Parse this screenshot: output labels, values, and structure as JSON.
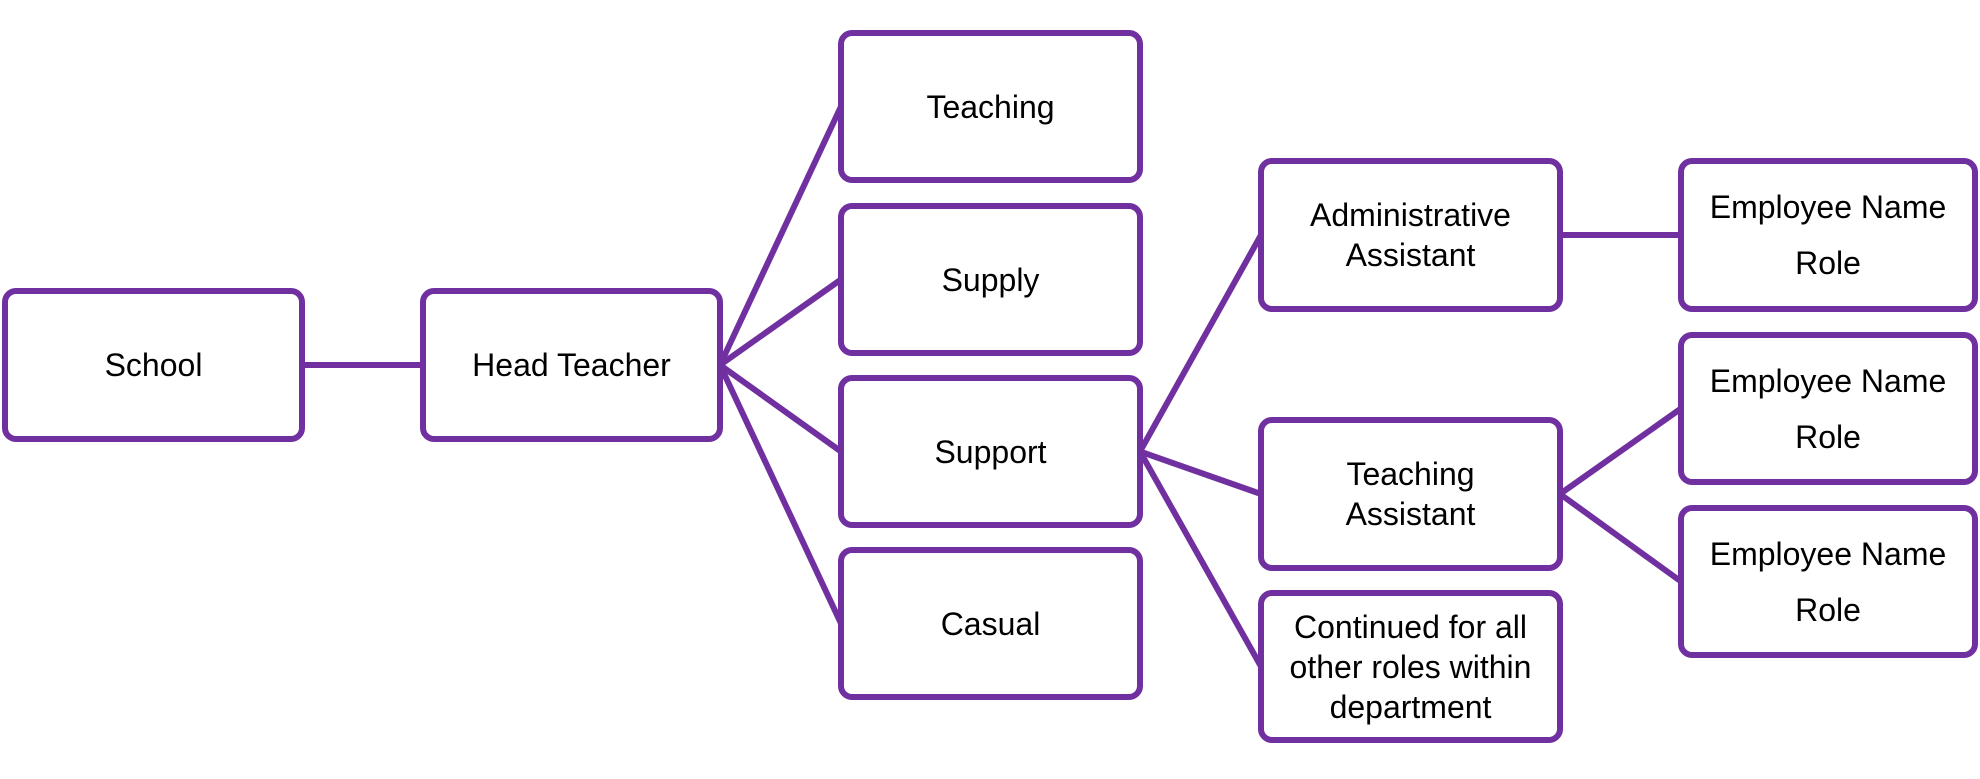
{
  "diagram": {
    "type": "org-chart",
    "stroke_color": "#7030A0",
    "nodes": {
      "school": {
        "lines": [
          "School"
        ]
      },
      "head_teacher": {
        "lines": [
          "Head Teacher"
        ]
      },
      "teaching": {
        "lines": [
          "Teaching"
        ]
      },
      "supply": {
        "lines": [
          "Supply"
        ]
      },
      "support": {
        "lines": [
          "Support"
        ]
      },
      "casual": {
        "lines": [
          "Casual"
        ]
      },
      "administrative_assistant": {
        "lines": [
          "Administrative",
          "Assistant"
        ]
      },
      "teaching_assistant": {
        "lines": [
          "Teaching",
          "Assistant"
        ]
      },
      "continued": {
        "lines": [
          "Continued for all",
          "other roles within",
          "department"
        ]
      },
      "employee_1": {
        "lines": [
          "Employee Name",
          "Role"
        ]
      },
      "employee_2": {
        "lines": [
          "Employee Name",
          "Role"
        ]
      },
      "employee_3": {
        "lines": [
          "Employee Name",
          "Role"
        ]
      }
    },
    "edges": [
      [
        "school",
        "head_teacher"
      ],
      [
        "head_teacher",
        "teaching"
      ],
      [
        "head_teacher",
        "supply"
      ],
      [
        "head_teacher",
        "support"
      ],
      [
        "head_teacher",
        "casual"
      ],
      [
        "support",
        "administrative_assistant"
      ],
      [
        "support",
        "teaching_assistant"
      ],
      [
        "support",
        "continued"
      ],
      [
        "administrative_assistant",
        "employee_1"
      ],
      [
        "teaching_assistant",
        "employee_2"
      ],
      [
        "teaching_assistant",
        "employee_3"
      ]
    ]
  }
}
